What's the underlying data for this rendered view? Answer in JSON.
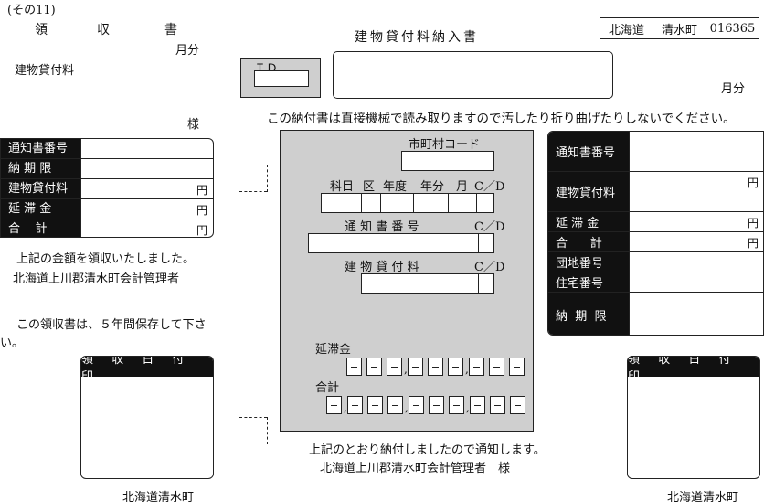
{
  "receipt": {
    "series": "(その11)",
    "title_chars": [
      "領",
      "収",
      "書"
    ],
    "month_label": "月分",
    "fee_label": "建物貸付料",
    "addressee_suffix": "様",
    "table": [
      {
        "label": "通知書番号",
        "yen": ""
      },
      {
        "label": "納 期 限",
        "yen": ""
      },
      {
        "label": "建物貸付料",
        "yen": "円"
      },
      {
        "label": "延 滞 金",
        "yen": "円"
      },
      {
        "label": "合    計",
        "yen": "円"
      }
    ],
    "received_line": "上記の金額を領収いたしました。",
    "issuer": "北海道上川郡清水町会計管理者",
    "keep_note_line1": "この領収書は、５年間保存して下さ",
    "keep_note_line2": "い。",
    "stamp_label": "領 収 日 付 印",
    "footer": "北海道清水町"
  },
  "payment": {
    "title": "建物貸付料納入書",
    "id_label": "ＩＤ",
    "month_label": "月分",
    "notice": "この納付書は直接機械で読み取りますので汚したり折り曲げたりしないでください。",
    "header_box": [
      "北海道",
      "清水町",
      "016365"
    ],
    "panel": {
      "municipality_code": "市町村コード",
      "fields_row": [
        "科目",
        "区",
        "年度",
        "年分",
        "月",
        "C／D"
      ],
      "notice_number": "通 知 書 番 号",
      "notice_cd": "C／D",
      "fee": "建 物 貸 付 料",
      "fee_cd": "C／D",
      "late_fee": "延滞金",
      "total": "合計"
    },
    "confirm_line": "上記のとおり納付しましたので通知します。",
    "issuer_line": "北海道上川郡清水町会計管理者　様"
  },
  "notification": {
    "table": [
      {
        "label": "通知書番号",
        "yen": ""
      },
      {
        "label": "建物貸付料",
        "yen": "円"
      },
      {
        "label": "延 滞 金",
        "yen": "円"
      },
      {
        "label": "合      計",
        "yen": "円"
      },
      {
        "label": "団地番号",
        "yen": ""
      },
      {
        "label": "住宅番号",
        "yen": ""
      },
      {
        "label": "納  期  限",
        "yen": ""
      }
    ],
    "stamp_label": "領 収 日 付 印",
    "footer": "北海道清水町"
  }
}
